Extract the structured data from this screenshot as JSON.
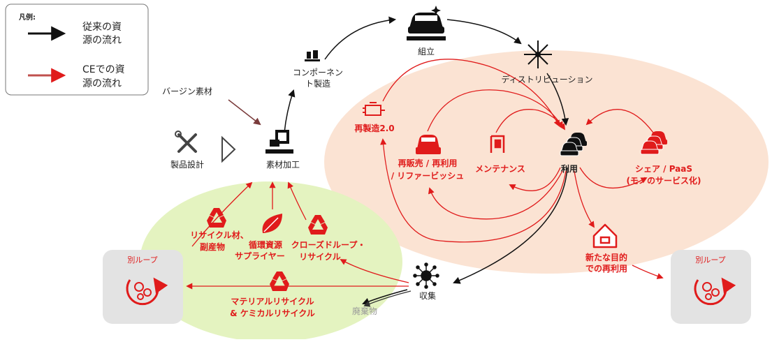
{
  "legend": {
    "title": "凡例:",
    "item1_line1": "従来の資",
    "item1_line2": "源の流れ",
    "item2_line1": "CEでの資",
    "item2_line2": "源の流れ"
  },
  "nodes": {
    "assembly": "組立",
    "component_line1": "コンポーネン",
    "component_line2": "ト製造",
    "distribution": "ディストリビューション",
    "virgin_material": "バージン素材",
    "product_design": "製品設計",
    "material_processing": "素材加工",
    "remanufacturing": "再製造2.0",
    "resale_line1": "再販売 / 再利用",
    "resale_line2": "/ リファービッシュ",
    "maintenance": "メンテナンス",
    "use": "利用",
    "share_line1": "シェア / PaaS",
    "share_line2": "(モノのサービス化)",
    "recycled_line1": "リサイクル材、",
    "recycled_line2": "副産物",
    "circular_supplier_line1": "循環資源",
    "circular_supplier_line2": "サプライヤー",
    "closed_loop_line1": "クローズドループ・",
    "closed_loop_line2": "リサイクル",
    "material_recycle_line1": "マテリアルリサイクル",
    "material_recycle_line2": "& ケミカルリサイクル",
    "other_loop_left": "別ループ",
    "other_loop_right": "別ループ",
    "collection": "収集",
    "waste": "廃棄物",
    "new_purpose_line1": "新たな目的",
    "new_purpose_line2": "での再利用"
  },
  "colors": {
    "red": "#e01b1b",
    "black": "#111111",
    "peach": "#fbe3d3",
    "green": "#e4f3c0",
    "gray_box": "#e3e3e3",
    "dark_red_arrow": "#7a3b3b"
  }
}
